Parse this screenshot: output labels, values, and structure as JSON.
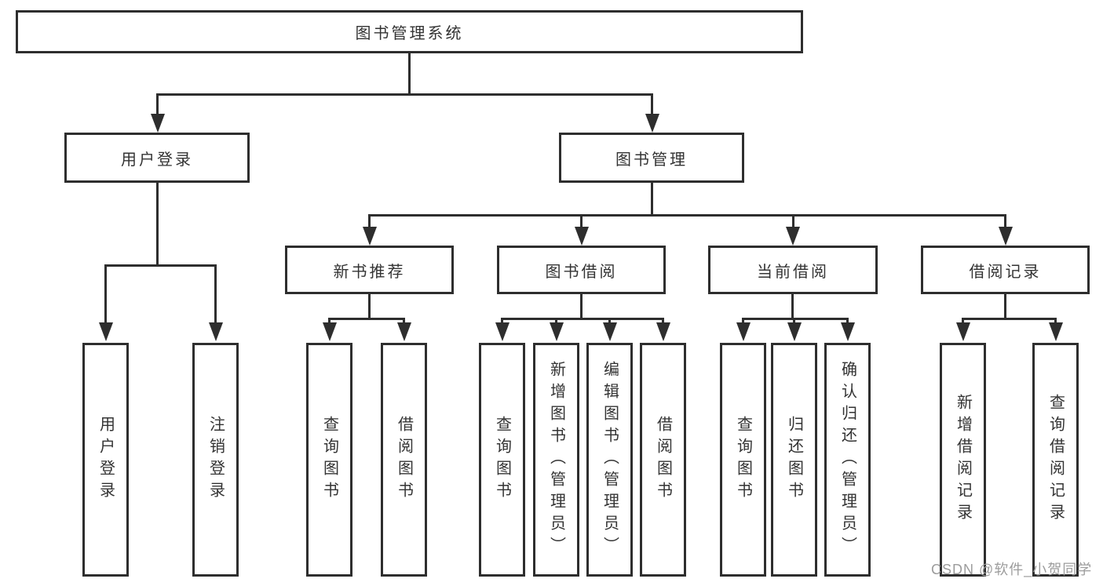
{
  "diagram": {
    "title_node": "图书管理系统",
    "level2": [
      {
        "label": "用户登录"
      },
      {
        "label": "图书管理"
      }
    ],
    "level3": [
      {
        "label": "新书推荐"
      },
      {
        "label": "图书借阅"
      },
      {
        "label": "当前借阅"
      },
      {
        "label": "借阅记录"
      }
    ],
    "leaves": {
      "login": [
        "用户登录",
        "注销登录"
      ],
      "recommend": [
        "查询图书",
        "借阅图书"
      ],
      "borrow": [
        "查询图书",
        "新增图书（管理员）",
        "编辑图书（管理员）",
        "借阅图书"
      ],
      "current": [
        "查询图书",
        "归还图书",
        "确认归还（管理员）"
      ],
      "records": [
        "新增借阅记录",
        "查询借阅记录"
      ]
    },
    "colors": {
      "line": "#2e2e2e",
      "text": "#333333",
      "watermark": "#9c9c9c",
      "bg": "#ffffff"
    },
    "watermark": "CSDN @软件_小贺同学"
  }
}
